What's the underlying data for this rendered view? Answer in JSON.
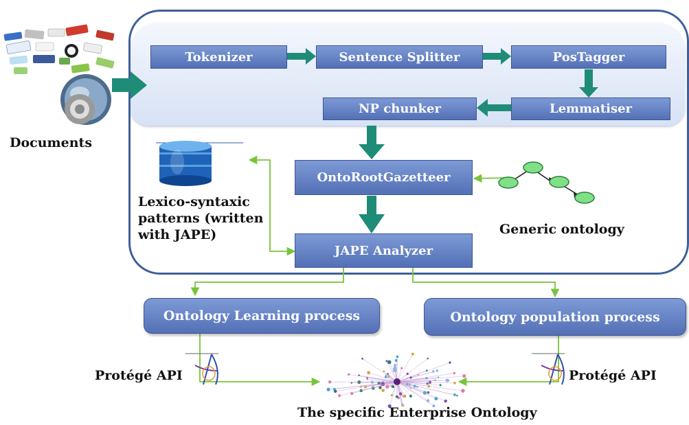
{
  "pipeline": {
    "tokenizer": "Tokenizer",
    "sentence_splitter": "Sentence Splitter",
    "pos_tagger": "PosTagger",
    "lemmatiser": "Lemmatiser",
    "np_chunker": "NP chunker",
    "gazetteer": "OntoRootGazetteer",
    "jape_analyzer": "JAPE Analyzer"
  },
  "processes": {
    "learning": "Ontology Learning process",
    "population": "Ontology population process"
  },
  "labels": {
    "documents": "Documents",
    "lexico_line1": "Lexico-syntaxic",
    "lexico_line2": "patterns (written",
    "lexico_line3": "with JAPE)",
    "generic_ontology": "Generic ontology",
    "protege_left": "Protégé API",
    "protege_right": "Protégé API",
    "enterprise_ontology": "The specific Enterprise Ontology"
  },
  "colors": {
    "box_fill": "#6582c6",
    "arrow_teal": "#1f8c78",
    "connector_green": "#77c43a",
    "frame_border": "#3f5f9a"
  },
  "icons": [
    "documents-collage-icon",
    "database-icon",
    "ontology-graph-icon",
    "protege-logo-icon",
    "network-graph-icon"
  ]
}
